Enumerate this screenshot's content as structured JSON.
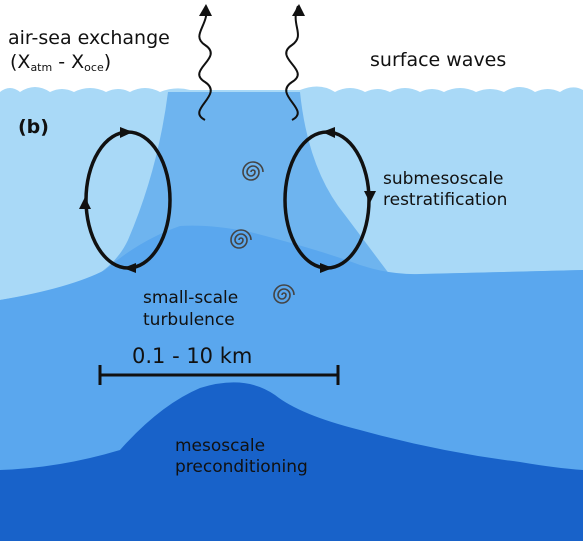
{
  "labels": {
    "air_sea_exchange": "air-sea exchange",
    "air_sea_formula": {
      "open": "(X",
      "atm_sub": "atm",
      "minus": " - X",
      "oce_sub": "oce",
      "close": ")"
    },
    "surface_waves": "surface waves",
    "panel_label": "(b)",
    "submesoscale_line1": "submesoscale",
    "submesoscale_line2": "restratification",
    "turbulence_line1": "small-scale",
    "turbulence_line2": "turbulence",
    "scale_bar": "0.1 - 10 km",
    "mesoscale_line1": "mesoscale",
    "mesoscale_line2": "preconditioning"
  },
  "colors": {
    "surface_layer": "#a9d9f7",
    "front_channel": "#6eb4ef",
    "mid_layer": "#5aa7ee",
    "deep_layer": "#1862c9",
    "swirl": "#444444",
    "arrows": "#111111"
  },
  "icons": {
    "upward_flux": "wavy-up-arrow-icon",
    "overturning_cell": "circulation-loop-icon",
    "eddy": "spiral-icon"
  }
}
